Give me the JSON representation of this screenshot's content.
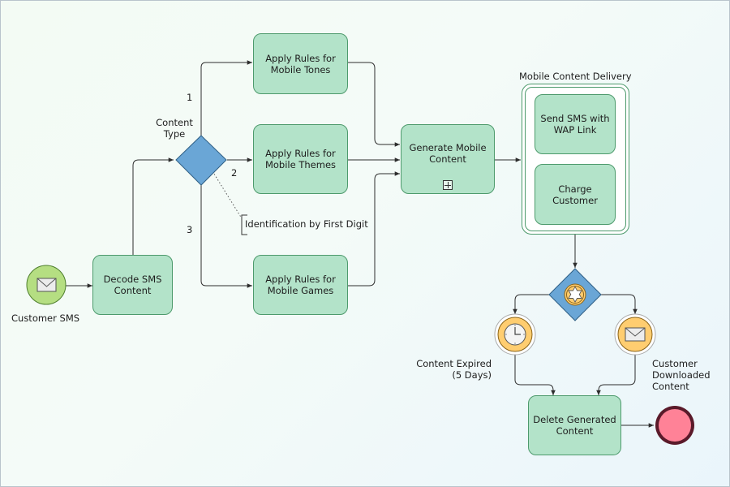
{
  "diagram": {
    "start_event": {
      "label": "Customer SMS",
      "icon": "envelope-icon"
    },
    "tasks": {
      "decode": "Decode SMS\nContent",
      "tones": "Apply Rules for\nMobile Tones",
      "themes": "Apply Rules for\nMobile Themes",
      "games": "Apply Rules for\nMobile Games",
      "generate": "Generate Mobile\nContent",
      "send_sms": "Send SMS with\nWAP Link",
      "charge": "Charge\nCustomer",
      "delete": "Delete Generated\nContent"
    },
    "gateway_content_type": "Content\nType",
    "branch_labels": {
      "one": "1",
      "two": "2",
      "three": "3"
    },
    "annotation": "Identification by First Digit",
    "group_title": "Mobile Content Delivery",
    "timer_event": {
      "label": "Content Expired\n(5 Days)",
      "icon": "clock-icon"
    },
    "message_event": {
      "label": "Customer\nDownloaded\nContent",
      "icon": "envelope-icon"
    },
    "end_event": {
      "icon": "end-circle-icon"
    },
    "colors": {
      "task_fill": "#b3e3c9",
      "task_border": "#4d9a6c",
      "gateway_fill": "#6aa6d6",
      "start_fill": "#b5de82",
      "end_fill": "#ff8297",
      "intermediate_fill": "#ffcd70"
    }
  }
}
